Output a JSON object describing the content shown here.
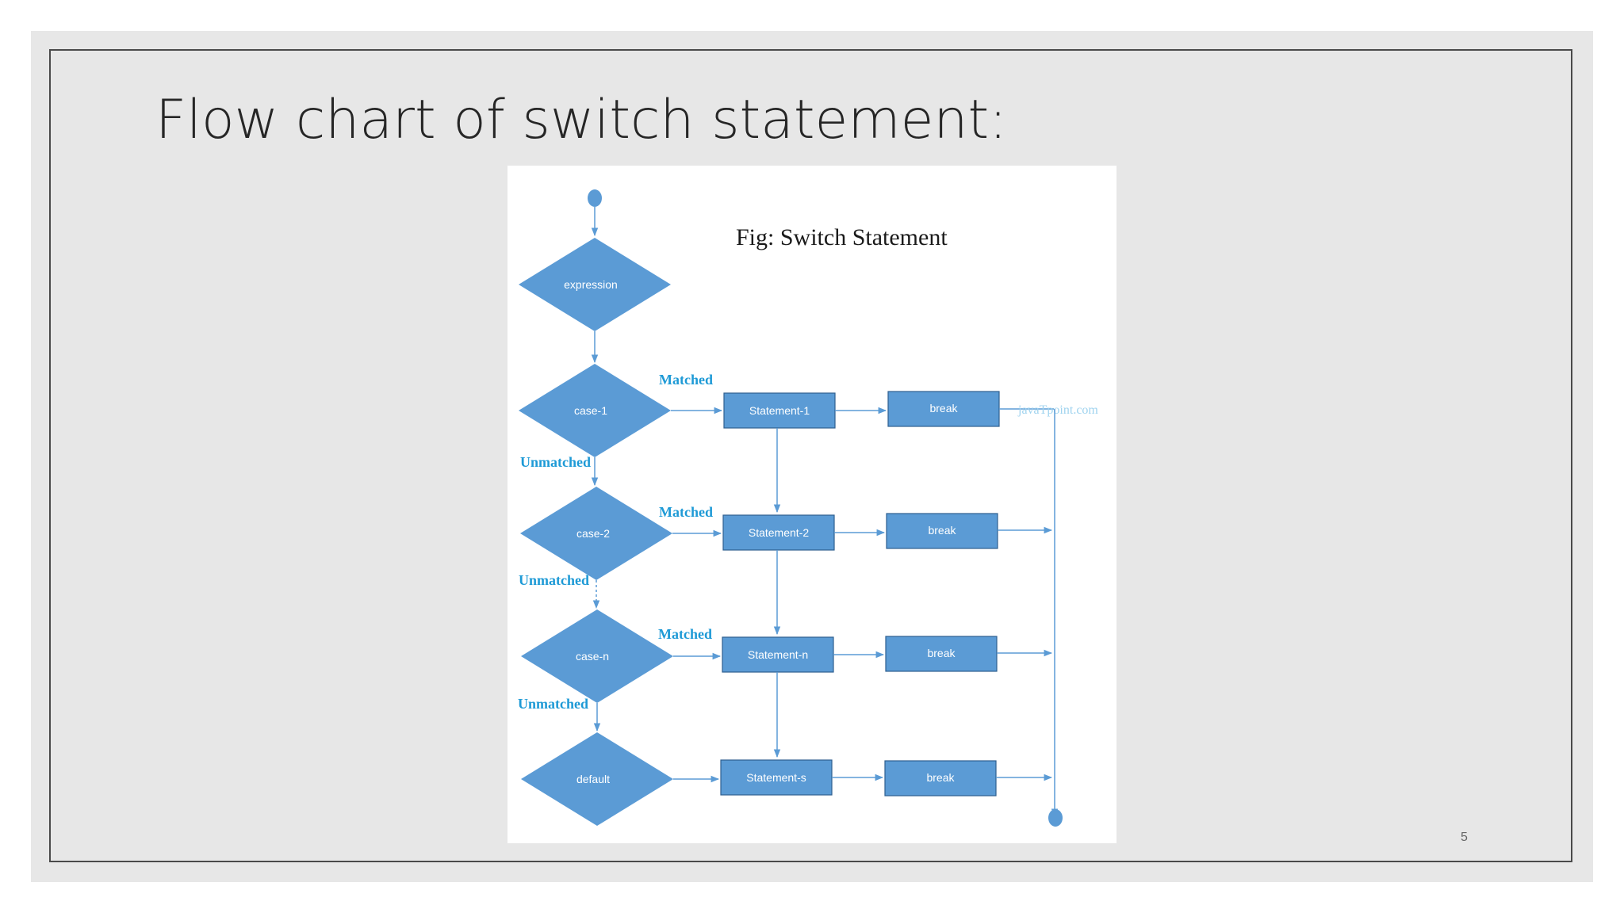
{
  "slide": {
    "title": "Flow chart of switch statement:",
    "page_number": "5"
  },
  "figure": {
    "caption": "Fig: Switch Statement",
    "watermark": "javaTpoint.com",
    "nodes": {
      "expression": "expression",
      "case1": "case-1",
      "case2": "case-2",
      "casen": "case-n",
      "default": "default",
      "statement1": "Statement-1",
      "statement2": "Statement-2",
      "statementn": "Statement-n",
      "statements": "Statement-s",
      "break1": "break",
      "break2": "break",
      "break3": "break",
      "break4": "break"
    },
    "edge_labels": {
      "matched1": "Matched",
      "matched2": "Matched",
      "matched3": "Matched",
      "unmatched1": "Unmatched",
      "unmatched2": "Unmatched",
      "unmatched3": "Unmatched"
    },
    "colors": {
      "node_fill": "#5b9bd5",
      "label_blue": "#1e9ad6"
    }
  }
}
